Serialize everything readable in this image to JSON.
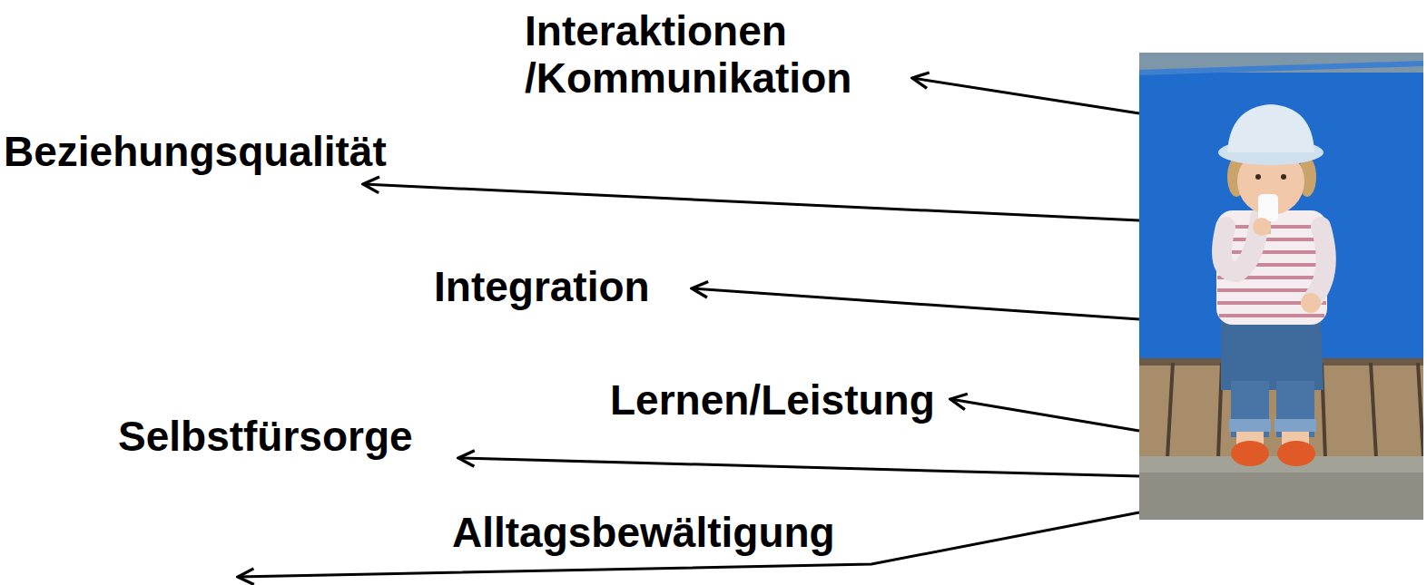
{
  "diagram": {
    "labels": [
      "Interaktionen /Kommunikation",
      "Beziehungsqualität",
      "Integration",
      "Lernen/Leistung",
      "Selbstfürsorge",
      "Alltagsbewältigung"
    ]
  }
}
